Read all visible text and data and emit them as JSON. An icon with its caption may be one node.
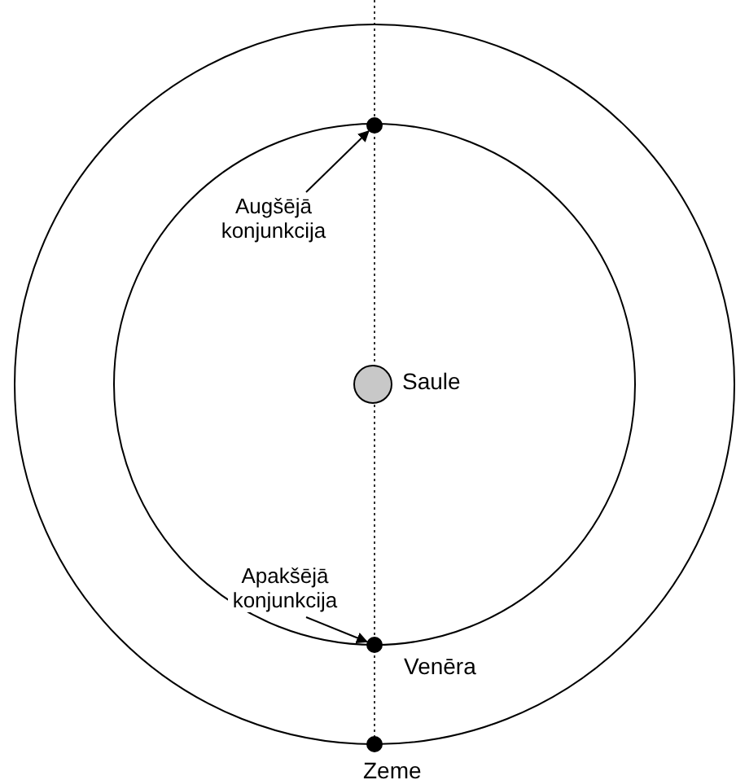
{
  "diagram": {
    "nodes": [
      {
        "text": [
          "Augšējā konjunkcija"
        ]
      },
      {
        "text": [],
        "shape": "circle"
      },
      {
        "text": [
          "Saule"
        ]
      },
      {
        "text": [
          "Apakšējā konjunkcija"
        ]
      },
      {
        "text": [
          "Venēra"
        ]
      },
      {
        "text": [
          "Zeme"
        ]
      }
    ],
    "edges": [
      {
        "from": 0,
        "to": 1,
        "arrow": "to"
      },
      {
        "from": 3,
        "to": 4,
        "arrow": "to"
      }
    ]
  }
}
